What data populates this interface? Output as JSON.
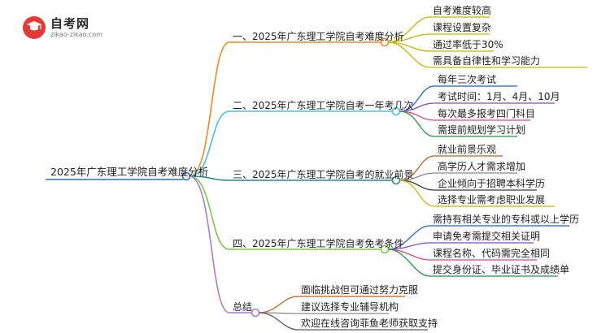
{
  "logo": {
    "name": "自考网",
    "url": "zikao-zikao.com"
  },
  "root": {
    "label": "2025年广东理工学院自考难度分析"
  },
  "branches": [
    {
      "label": "一、2025年广东理工学院自考难度分析",
      "color": "#f08a24",
      "children": [
        "自考难度较高",
        "课程设置复杂",
        "通过率低于30%",
        "需具备自律性和学习能力"
      ],
      "child_colors": [
        "#c8b400",
        "#c8b400",
        "#c8b400",
        "#c8b400"
      ]
    },
    {
      "label": "二、2025年广东理工学院自考一年考几次",
      "color": "#3fc6d6",
      "children": [
        "每年三次考试",
        "考试时间：1月、4月、10月",
        "每次最多报考四门科目",
        "需提前规划学习计划"
      ],
      "child_colors": [
        "#1b66c9",
        "#7b4fc9",
        "#e0457a",
        "#1a9a3c"
      ]
    },
    {
      "label": "三、2025年广东理工学院自考的就业前景",
      "color": "#2b8a8a",
      "children": [
        "就业前景乐观",
        "高学历人才需求增加",
        "企业倾向于招聘本科学历",
        "选择专业需考虑职业发展"
      ],
      "child_colors": [
        "#b5651d",
        "#8a8a8a",
        "#3a3a3a",
        "#c8b400"
      ]
    },
    {
      "label": "四、2025年广东理工学院自考免考条件",
      "color": "#7ac943",
      "children": [
        "需持有相关专业的专科或以上学历",
        "申请免考需提交相关证明",
        "课程名称、代码需完全相同",
        "提交身份证、毕业证书及成绩单"
      ],
      "child_colors": [
        "#1b66c9",
        "#7b4fc9",
        "#e0457a",
        "#1a9a3c"
      ]
    },
    {
      "label": "总结",
      "color": "#a97cd6",
      "children": [
        "面临挑战但可通过努力克服",
        "建议选择专业辅导机构",
        "欢迎在线咨询菲鱼老师获取支持"
      ],
      "child_colors": [
        "#b5651d",
        "#8a8a8a",
        "#5a5a5a"
      ]
    }
  ]
}
